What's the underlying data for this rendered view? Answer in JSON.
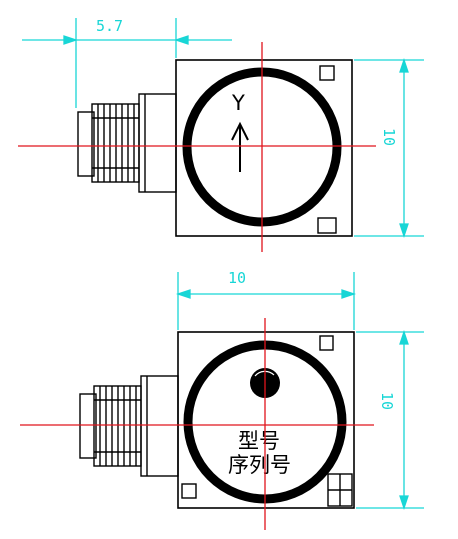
{
  "top_view": {
    "axis_label": "Y",
    "dim_connector": "5.7",
    "dim_height": "10"
  },
  "bottom_view": {
    "dim_width": "10",
    "dim_height": "10",
    "label_model": "型号",
    "label_serial": "序列号"
  },
  "colors": {
    "outline": "#000000",
    "centerline": "#e0141c",
    "dimension": "#18d6d6"
  }
}
